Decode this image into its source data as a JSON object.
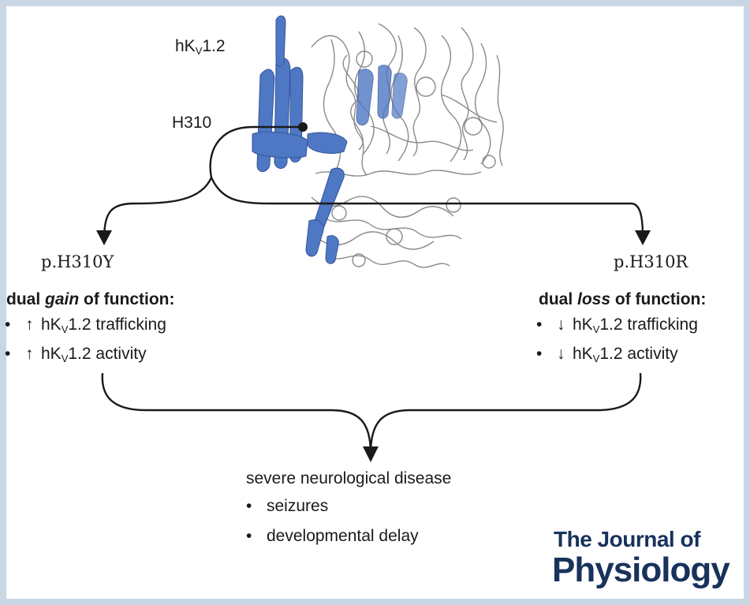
{
  "protein": {
    "label_prefix": "hK",
    "label_sub": "V",
    "label_suffix": "1.2",
    "residue": "H310",
    "highlight_color": "#4e78c4",
    "outline_color": "#8a8a8a"
  },
  "left": {
    "variant": "p.H310Y",
    "heading_pre": "dual ",
    "heading_em": "gain",
    "heading_post": " of function:",
    "arrow": "↑",
    "items": [
      {
        "pre": "hK",
        "sub": "V",
        "post": "1.2 trafficking"
      },
      {
        "pre": "hK",
        "sub": "V",
        "post": "1.2 activity"
      }
    ]
  },
  "right": {
    "variant": "p.H310R",
    "heading_pre": "dual ",
    "heading_em": "loss",
    "heading_post": " of function:",
    "arrow": "↓",
    "items": [
      {
        "pre": "hK",
        "sub": "V",
        "post": "1.2 trafficking"
      },
      {
        "pre": "hK",
        "sub": "V",
        "post": "1.2 activity"
      }
    ]
  },
  "outcome": {
    "title": "severe neurological disease",
    "items": [
      "seizures",
      "developmental delay"
    ]
  },
  "bullet": "•",
  "journal": {
    "line1": "The Journal of",
    "line2": "Physiology",
    "color": "#18325c"
  },
  "frame_color": "#c9d6e4"
}
